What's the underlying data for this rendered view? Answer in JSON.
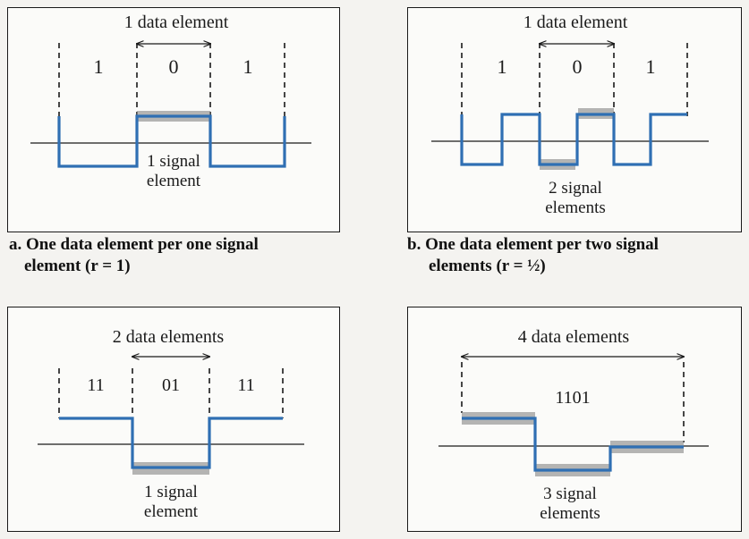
{
  "panel_a": {
    "header": "1 data element",
    "bits": [
      "1",
      "0",
      "1"
    ],
    "signal_label_1": "1 signal",
    "signal_label_2": "element",
    "caption_line1": "a. One data element per one signal",
    "caption_line2": "element (r = 1)"
  },
  "panel_b": {
    "header": "1 data element",
    "bits": [
      "1",
      "0",
      "1"
    ],
    "signal_label_1": "2 signal",
    "signal_label_2": "elements",
    "caption_line1": "b. One data element per two signal",
    "caption_line2": "elements (r = ½)"
  },
  "panel_c": {
    "header": "2 data elements",
    "bits": [
      "11",
      "01",
      "11"
    ],
    "signal_label_1": "1 signal",
    "signal_label_2": "element"
  },
  "panel_d": {
    "header": "4 data elements",
    "bits": [
      "1101"
    ],
    "signal_label_1": "3 signal",
    "signal_label_2": "elements"
  },
  "colors": {
    "signal": "#2f6fb3",
    "highlight": "#8e8e8e",
    "line": "#1a1a1a"
  }
}
